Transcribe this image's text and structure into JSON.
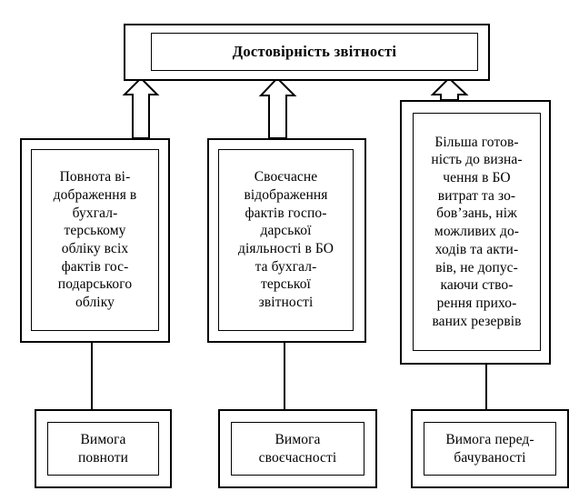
{
  "diagram": {
    "title_node": {
      "id": "root",
      "text": "Достовірність звітності"
    },
    "middle_nodes": [
      {
        "id": "completeness-reflection",
        "text": "Повнота ві-\nдображення в\nбухгал-\nтерському\nобліку всіх\nфактів гос-\nподарського\nобліку"
      },
      {
        "id": "timeliness-reflection",
        "text": "Своєчасне\nвідображення\nфактів госпо-\nдарської\nдіяльності в БО\nта бухгал-\nтерської\nзвітності"
      },
      {
        "id": "prudence-readiness",
        "text": "Більша готов-\nність до визна-\nчення в БО\nвитрат та зо-\nбов’зань, ніж\nможливих до-\nходів та акти-\nвів, не допус-\nкаючи ство-\nрення прихо-\nваних резервів"
      }
    ],
    "bottom_nodes": [
      {
        "id": "requirement-completeness",
        "text": "Вимога\nповноти"
      },
      {
        "id": "requirement-timeliness",
        "text": "Вимога\nсвоєчасності"
      },
      {
        "id": "requirement-predictability",
        "text": "Вимога перед-\nбачуваності"
      }
    ],
    "connectors": {
      "arrows_up": [
        {
          "id": "arrow-up-1",
          "from": "completeness-reflection",
          "to": "root"
        },
        {
          "id": "arrow-up-2",
          "from": "timeliness-reflection",
          "to": "root"
        },
        {
          "id": "arrow-up-3",
          "from": "prudence-readiness",
          "to": "root"
        }
      ],
      "lines": [
        {
          "id": "line-1",
          "from": "completeness-reflection",
          "to": "requirement-completeness"
        },
        {
          "id": "line-2",
          "from": "timeliness-reflection",
          "to": "requirement-timeliness"
        },
        {
          "id": "line-3",
          "from": "prudence-readiness",
          "to": "requirement-predictability"
        }
      ]
    },
    "colors": {
      "background": "#ffffff",
      "stroke": "#000000",
      "text": "#000000"
    }
  }
}
